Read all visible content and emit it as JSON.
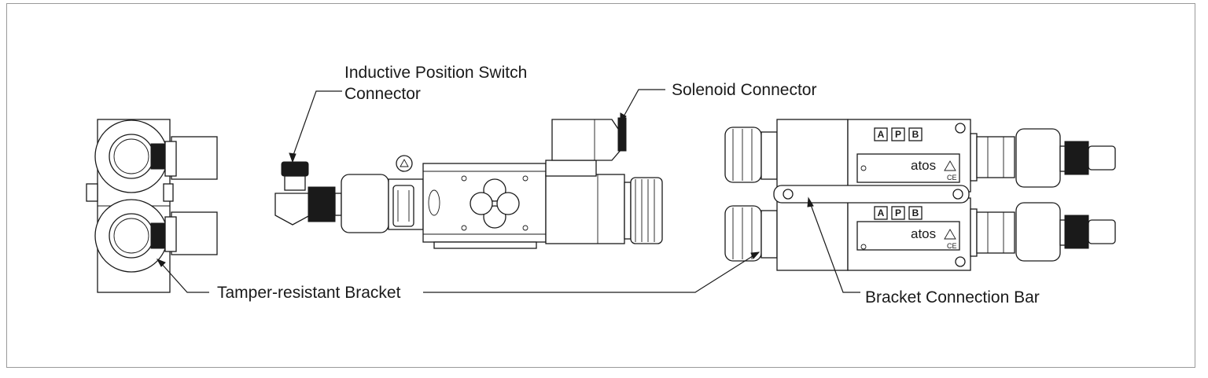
{
  "labels": {
    "inductive_switch_line1": "Inductive Position Switch",
    "inductive_switch_line2": "Connector",
    "solenoid_connector": "Solenoid Connector",
    "tamper_bracket": "Tamper-resistant Bracket",
    "bracket_bar": "Bracket Connection Bar"
  },
  "valve_markings": {
    "port_a": "A",
    "port_p": "P",
    "port_b": "B",
    "brand": "atos",
    "cert": "CE"
  },
  "colors": {
    "line": "#1a1a1a",
    "frame": "#9a9a9a",
    "background": "#ffffff"
  }
}
